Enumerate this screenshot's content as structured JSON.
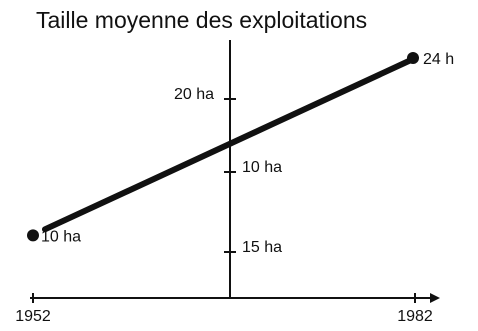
{
  "chart_data": {
    "type": "line",
    "title": "Taille moyenne des exploitations",
    "x": [
      1952,
      1982
    ],
    "series": [
      {
        "values": [
          10,
          24
        ]
      }
    ],
    "x_tick_labels": [
      "1952",
      "1982"
    ],
    "point_labels": [
      "10 ha",
      "24 h"
    ],
    "axis_tick_labels": [
      "20 ha",
      "10 ha",
      "15 ha"
    ],
    "xlim": [
      1952,
      1982
    ],
    "ylim": [
      6,
      27
    ],
    "grid": false,
    "line_color": "#111111"
  }
}
